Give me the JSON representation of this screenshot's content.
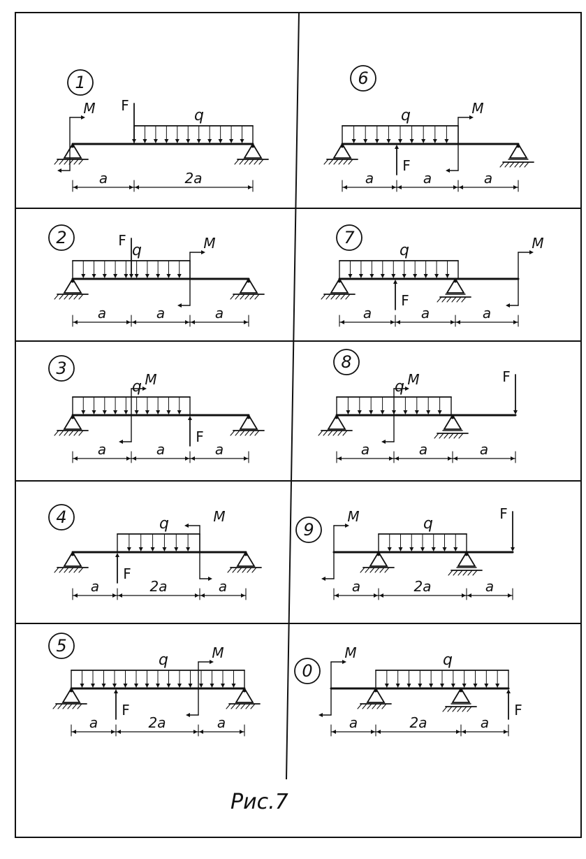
{
  "figure": {
    "caption": "Рис.7"
  },
  "label_style": {
    "ink": "#111111",
    "paper": "#ffffff"
  },
  "schemes": [
    {
      "number": "1",
      "q": "q",
      "F": "F",
      "M": "M",
      "dims": [
        "a",
        "2a"
      ]
    },
    {
      "number": "2",
      "q": "q",
      "F": "F",
      "M": "M",
      "dims": [
        "a",
        "a",
        "a"
      ]
    },
    {
      "number": "3",
      "q": "q",
      "F": "F",
      "M": "M",
      "dims": [
        "a",
        "a",
        "a"
      ]
    },
    {
      "number": "4",
      "q": "q",
      "F": "F",
      "M": "M",
      "dims": [
        "a",
        "2a",
        "a"
      ]
    },
    {
      "number": "5",
      "q": "q",
      "F": "F",
      "M": "M",
      "dims": [
        "a",
        "2a",
        "a"
      ]
    },
    {
      "number": "6",
      "q": "q",
      "F": "F",
      "M": "M",
      "dims": [
        "a",
        "a",
        "a"
      ]
    },
    {
      "number": "7",
      "q": "q",
      "F": "F",
      "M": "M",
      "dims": [
        "a",
        "a",
        "a"
      ]
    },
    {
      "number": "8",
      "q": "q",
      "F": "F",
      "M": "M",
      "dims": [
        "a",
        "a",
        "a"
      ]
    },
    {
      "number": "9",
      "q": "q",
      "F": "F",
      "M": "M",
      "dims": [
        "a",
        "2a",
        "a"
      ]
    },
    {
      "number": "0",
      "q": "q",
      "F": "F",
      "M": "M",
      "dims": [
        "a",
        "2a",
        "a"
      ]
    }
  ]
}
